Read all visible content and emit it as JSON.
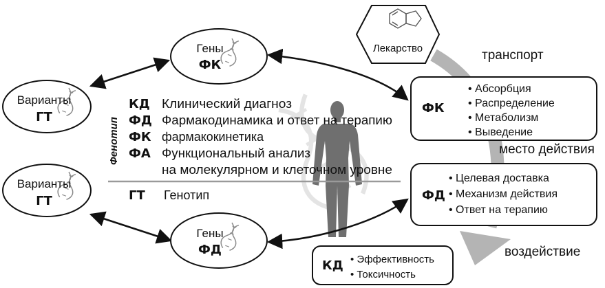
{
  "drug": {
    "label": "Лекарство"
  },
  "flow_labels": {
    "transport": "транспорт",
    "site": "место действия",
    "effect": "воздействие"
  },
  "genes_pk": {
    "line1": "Гены",
    "line2": "ФК"
  },
  "genes_pd": {
    "line1": "Гены",
    "line2": "ФД"
  },
  "variants_top": {
    "line1": "Варианты",
    "line2": "ГТ"
  },
  "variants_bottom": {
    "line1": "Варианты",
    "line2": "ГТ"
  },
  "phenotype": {
    "vertical_label": "Фенотип",
    "rows": [
      {
        "abbr": "КД",
        "text": "Клинический диагноз"
      },
      {
        "abbr": "ФД",
        "text": "Фармакодинамика и ответ на терапию"
      },
      {
        "abbr": "ФК",
        "text": "фармакокинетика"
      },
      {
        "abbr": "ФА",
        "text": "Функциональный анализ"
      }
    ],
    "continuation": "на молекулярном и клеточном уровне"
  },
  "genotype": {
    "abbr": "ГТ",
    "text": "Генотип"
  },
  "pk_box": {
    "abbr": "ФК",
    "items": [
      "Абсорбция",
      "Распределение",
      "Метаболизм",
      "Выведение"
    ]
  },
  "pd_box": {
    "abbr": "ФД",
    "items": [
      "Целевая доставка",
      "Механизм действия",
      "Ответ на терапию"
    ]
  },
  "kd_box": {
    "abbr": "КД",
    "items": [
      "Эффективность",
      "Токсичность"
    ]
  },
  "colors": {
    "flow_arrow": "#b4b4b4",
    "stroke": "#111111",
    "divider": "#9a9a9a",
    "dna": "#8a8a8a",
    "silhouette": "#6f6f6f"
  }
}
